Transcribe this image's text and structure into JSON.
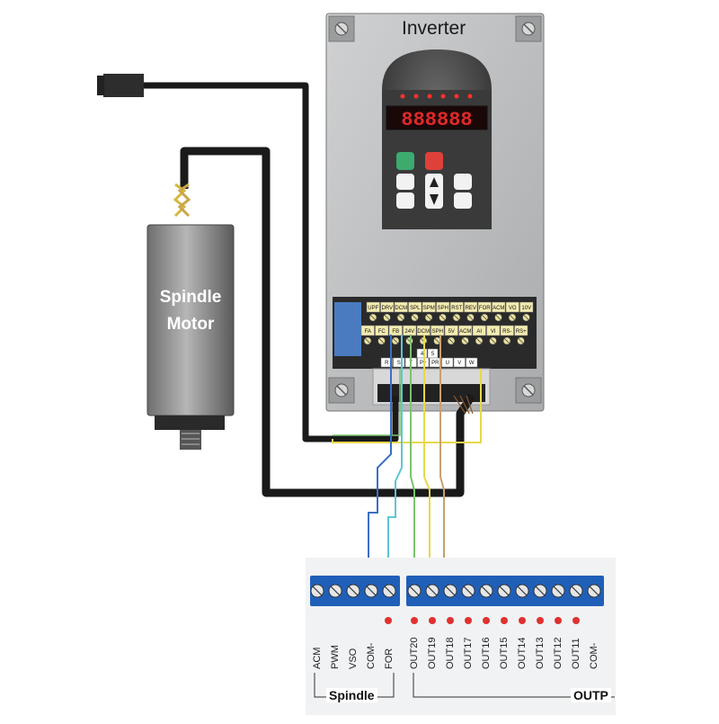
{
  "inverter": {
    "title": "Inverter",
    "display_digits": "888888",
    "terminal_row1": [
      "UPF",
      "DRV",
      "DCM",
      "SPL",
      "SPM",
      "SPH",
      "RST",
      "REV",
      "FOR",
      "ACM",
      "VO",
      "10V"
    ],
    "terminal_row2": [
      "FA",
      "FC",
      "FB",
      "24V",
      "DCM",
      "SPH",
      "5V",
      "ACM",
      "AI",
      "VI",
      "RS-",
      "RS+"
    ],
    "power_row_top": [
      "4",
      "5"
    ],
    "power_row": [
      "R",
      "S",
      "T",
      "P+",
      "PR",
      "U",
      "V",
      "W"
    ],
    "button_colors": {
      "run": "#3daa6e",
      "stop": "#e0403a"
    }
  },
  "motor": {
    "line1": "Spindle",
    "line2": "Motor"
  },
  "controller": {
    "spindle_labels": [
      "ACM",
      "PWM",
      "VSO",
      "COM-",
      "FOR"
    ],
    "output_labels": [
      "OUT20",
      "OUT19",
      "OUT18",
      "OUT17",
      "OUT16",
      "OUT15",
      "OUT14",
      "OUT13",
      "OUT12",
      "OUT11",
      "COM-"
    ],
    "spindle_group": "Spindle",
    "output_group": "OUTP"
  },
  "colors": {
    "terminal_blue": "#1f5fb8",
    "wire_blue": "#3a6fc4",
    "wire_cyan": "#5fc4d8",
    "wire_yellow": "#e8d84a",
    "wire_green": "#7ac46e",
    "wire_brown": "#c8a070",
    "indicator_red": "#e03030"
  }
}
